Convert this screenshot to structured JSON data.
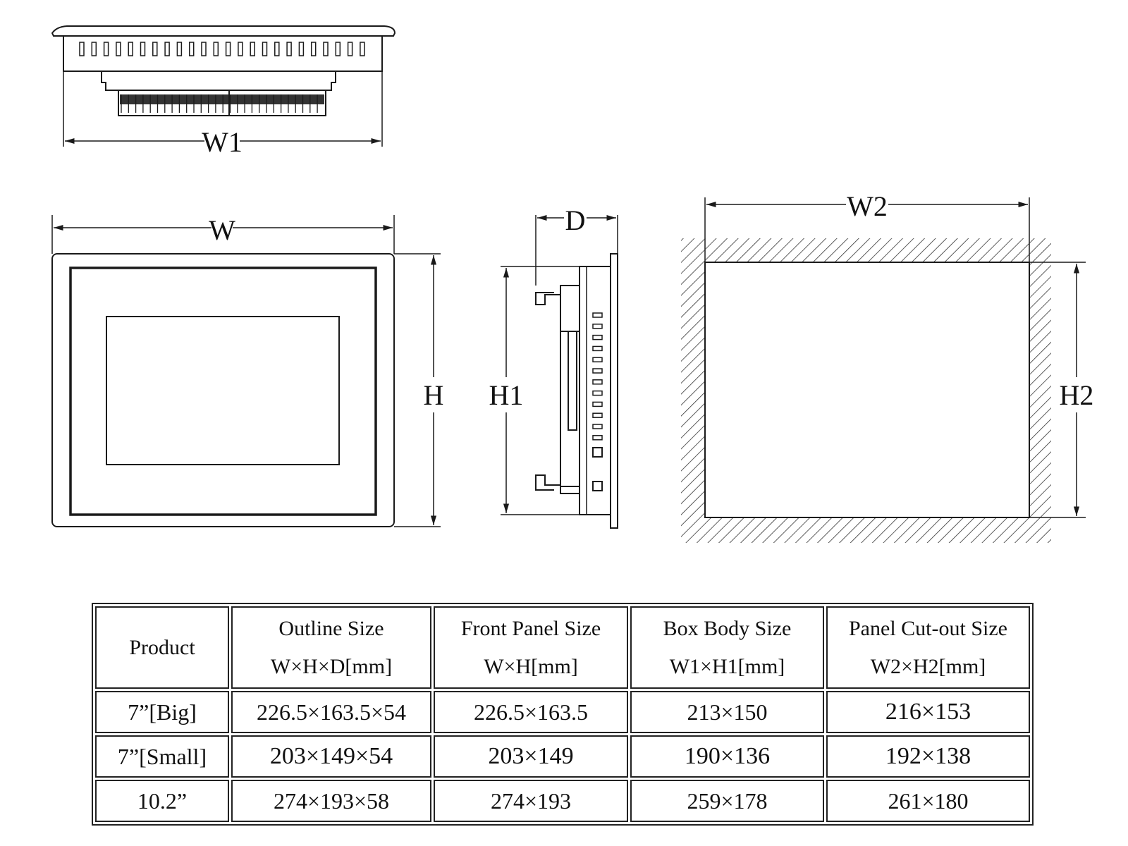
{
  "dimension_labels": {
    "w1": "W1",
    "w": "W",
    "h": "H",
    "d": "D",
    "h1": "H1",
    "w2": "W2",
    "h2": "H2"
  },
  "table": {
    "headers": [
      {
        "title": "Product",
        "sub": ""
      },
      {
        "title": "Outline Size",
        "sub": "W×H×D[mm]"
      },
      {
        "title": "Front Panel Size",
        "sub": "W×H[mm]"
      },
      {
        "title": "Box Body Size",
        "sub": "W1×H1[mm]"
      },
      {
        "title": "Panel Cut-out Size",
        "sub": "W2×H2[mm]"
      }
    ],
    "rows": [
      [
        "7”[Big]",
        "226.5×163.5×54",
        "226.5×163.5",
        "213×150",
        "216×153"
      ],
      [
        "7”[Small]",
        "203×149×54",
        "203×149",
        "190×136",
        "192×138"
      ],
      [
        "10.2”",
        "274×193×58",
        "274×193",
        "259×178",
        "261×180"
      ]
    ]
  }
}
